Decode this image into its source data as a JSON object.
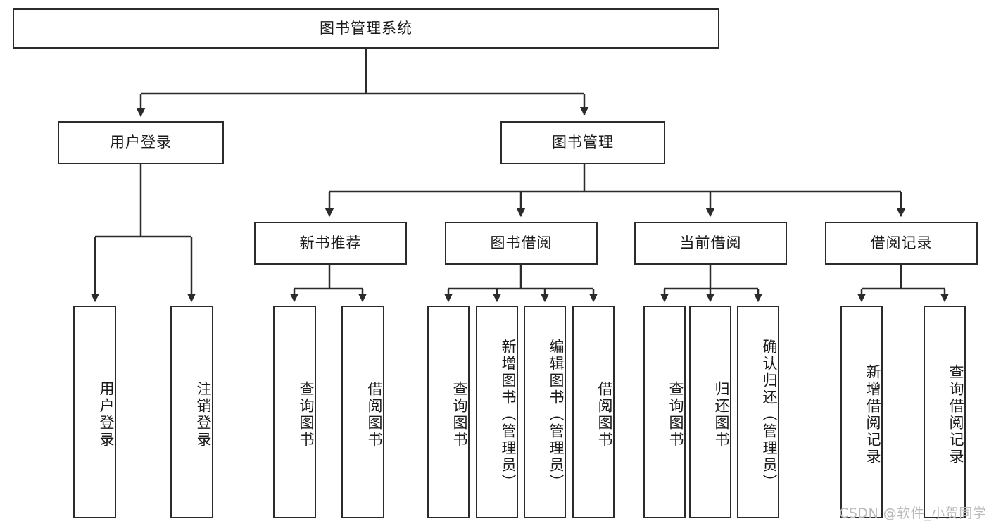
{
  "diagram": {
    "title": "图书管理系统",
    "type": "tree-hierarchy-diagram",
    "watermark": "CSDN @软件_小贺同学",
    "colors": {
      "border": "#2b2b2b",
      "background": "#ffffff",
      "text": "#1a1a1a",
      "watermark": "#b9b9b9"
    },
    "root": {
      "label": "图书管理系统"
    },
    "level2": [
      {
        "id": "user-login",
        "label": "用户登录"
      },
      {
        "id": "book-manage",
        "label": "图书管理"
      }
    ],
    "level3": [
      {
        "id": "new-book-recommend",
        "label": "新书推荐",
        "parent": "book-manage"
      },
      {
        "id": "book-borrow",
        "label": "图书借阅",
        "parent": "book-manage"
      },
      {
        "id": "current-borrow",
        "label": "当前借阅",
        "parent": "book-manage"
      },
      {
        "id": "borrow-record",
        "label": "借阅记录",
        "parent": "book-manage"
      }
    ],
    "leaves": [
      {
        "id": "leaf-user-login",
        "label": "用户登录",
        "parent": "user-login"
      },
      {
        "id": "leaf-logout",
        "label": "注销登录",
        "parent": "user-login"
      },
      {
        "id": "leaf-query-book-1",
        "label": "查询图书",
        "parent": "new-book-recommend"
      },
      {
        "id": "leaf-borrow-book-1",
        "label": "借阅图书",
        "parent": "new-book-recommend"
      },
      {
        "id": "leaf-query-book-2",
        "label": "查询图书",
        "parent": "book-borrow"
      },
      {
        "id": "leaf-add-book",
        "label": "新增图书（管理员）",
        "parent": "book-borrow"
      },
      {
        "id": "leaf-edit-book",
        "label": "编辑图书（管理员）",
        "parent": "book-borrow"
      },
      {
        "id": "leaf-borrow-book-2",
        "label": "借阅图书",
        "parent": "book-borrow"
      },
      {
        "id": "leaf-query-book-3",
        "label": "查询图书",
        "parent": "current-borrow"
      },
      {
        "id": "leaf-return-book",
        "label": "归还图书",
        "parent": "current-borrow"
      },
      {
        "id": "leaf-confirm-return",
        "label": "确认归还（管理员）",
        "parent": "current-borrow"
      },
      {
        "id": "leaf-add-record",
        "label": "新增借阅记录",
        "parent": "borrow-record"
      },
      {
        "id": "leaf-query-record",
        "label": "查询借阅记录",
        "parent": "borrow-record"
      }
    ]
  }
}
